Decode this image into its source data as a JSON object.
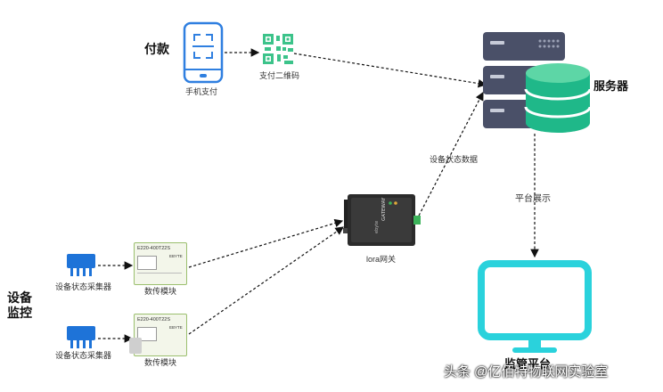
{
  "payment": {
    "section_label": "付款",
    "phone_label": "手机支付",
    "qr_label": "支付二维码"
  },
  "server": {
    "label": "服务器"
  },
  "links": {
    "device_data": "设备状态数据",
    "platform_display": "平台展示"
  },
  "gateway": {
    "label": "lora网关",
    "device_text": "GATEWAY",
    "brand": "ebyte"
  },
  "monitor": {
    "section_label_line1": "设备",
    "section_label_line2": "监控",
    "platform_label": "监管平台"
  },
  "devices": [
    {
      "collector_label": "设备状态采集器",
      "module_label": "数传模块",
      "module_model": "E220-400T22S",
      "brand": "EBYTE"
    },
    {
      "collector_label": "设备状态采集器",
      "module_label": "数传模块",
      "module_model": "E220-400T22S",
      "brand": "EBYTE"
    }
  ],
  "watermark": "头条 @亿佰特物联网实验室",
  "colors": {
    "phone": "#2f7fe0",
    "qr": "#3cc38a",
    "server_dark": "#4a5068",
    "db_green": "#1fb889",
    "db_green_light": "#5dd6a6",
    "monitor": "#2ad2dc",
    "sensor": "#1e73d8"
  }
}
